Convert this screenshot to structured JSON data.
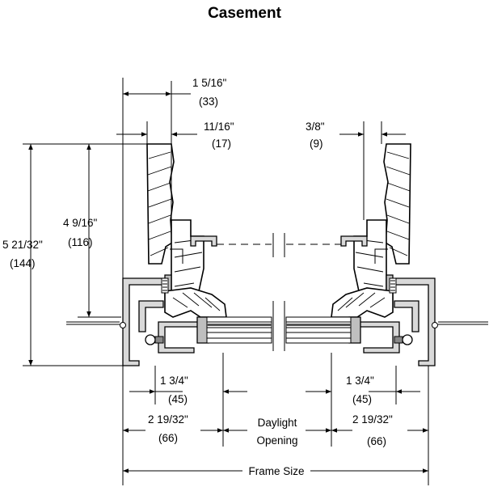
{
  "title": "Casement",
  "dimensions": {
    "top_sash_width": {
      "imperial": "1 5/16\"",
      "metric": "(33)"
    },
    "left_offset": {
      "imperial": "11/16\"",
      "metric": "(17)"
    },
    "right_offset": {
      "imperial": "3/8\"",
      "metric": "(9)"
    },
    "overall_depth": {
      "imperial": "5 21/32\"",
      "metric": "(144)"
    },
    "frame_depth": {
      "imperial": "4 9/16\"",
      "metric": "(116)"
    },
    "left_sightline": {
      "imperial": "1 3/4\"",
      "metric": "(45)"
    },
    "right_sightline": {
      "imperial": "1 3/4\"",
      "metric": "(45)"
    },
    "left_frame": {
      "imperial": "2 19/32\"",
      "metric": "(66)"
    },
    "right_frame": {
      "imperial": "2 19/32\"",
      "metric": "(66)"
    },
    "daylight": {
      "line1": "Daylight",
      "line2": "Opening"
    },
    "frame_size": "Frame Size"
  }
}
